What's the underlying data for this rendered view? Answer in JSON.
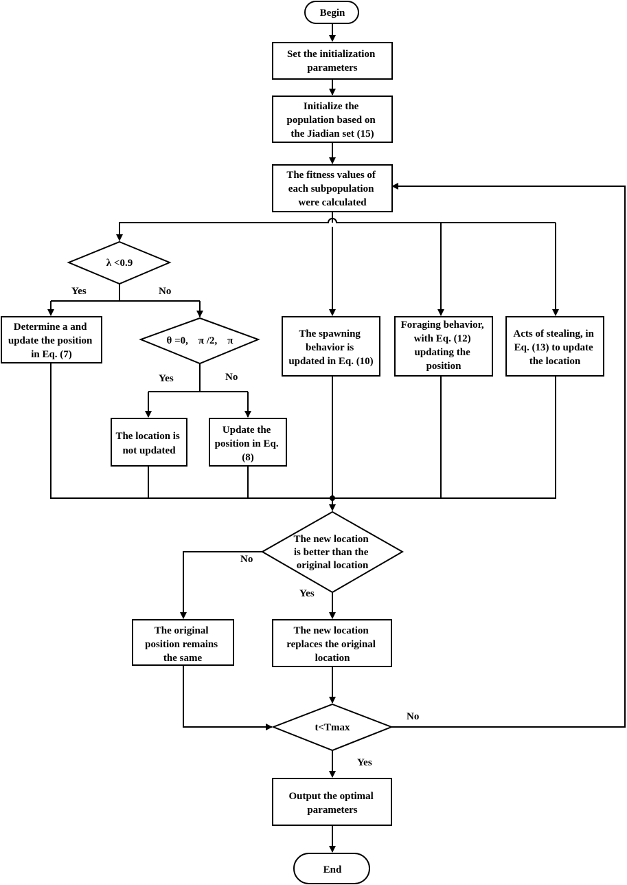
{
  "flowchart": {
    "begin": "Begin",
    "init_params": [
      "Set the initialization",
      "parameters"
    ],
    "init_pop": [
      "Initialize the",
      "population based on",
      "the Jiadian set (15)"
    ],
    "fitness": [
      "The fitness values of",
      "each subpopulation",
      "were calculated"
    ],
    "lambda_decision": "λ <0.9",
    "lambda_yes": "Yes",
    "lambda_no": "No",
    "determine_a": [
      "Determine a and",
      "update the position",
      "in Eq. (7)"
    ],
    "theta_decision": "θ =0,　π /2,　π",
    "theta_yes": "Yes",
    "theta_no": "No",
    "not_updated": [
      "The location is",
      "not updated"
    ],
    "update_eq8": [
      "Update the",
      "position in Eq.",
      "(8)"
    ],
    "spawning": [
      "The spawning",
      "behavior is",
      "updated in Eq. (10)"
    ],
    "foraging": [
      "Foraging behavior,",
      "with Eq. (12)",
      "updating the",
      "position"
    ],
    "stealing": [
      "Acts of stealing, in",
      "Eq. (13) to update",
      "the location"
    ],
    "better_decision": [
      "The new location",
      "is better than the",
      "original location"
    ],
    "better_no": "No",
    "better_yes": "Yes",
    "original_same": [
      "The original",
      "position remains",
      "the same"
    ],
    "new_replaces": [
      "The new location",
      "replaces the original",
      "location"
    ],
    "t_decision": "t<Tmax",
    "t_no": "No",
    "t_yes": "Yes",
    "output": [
      "Output the optimal",
      "parameters"
    ],
    "end": "End"
  }
}
